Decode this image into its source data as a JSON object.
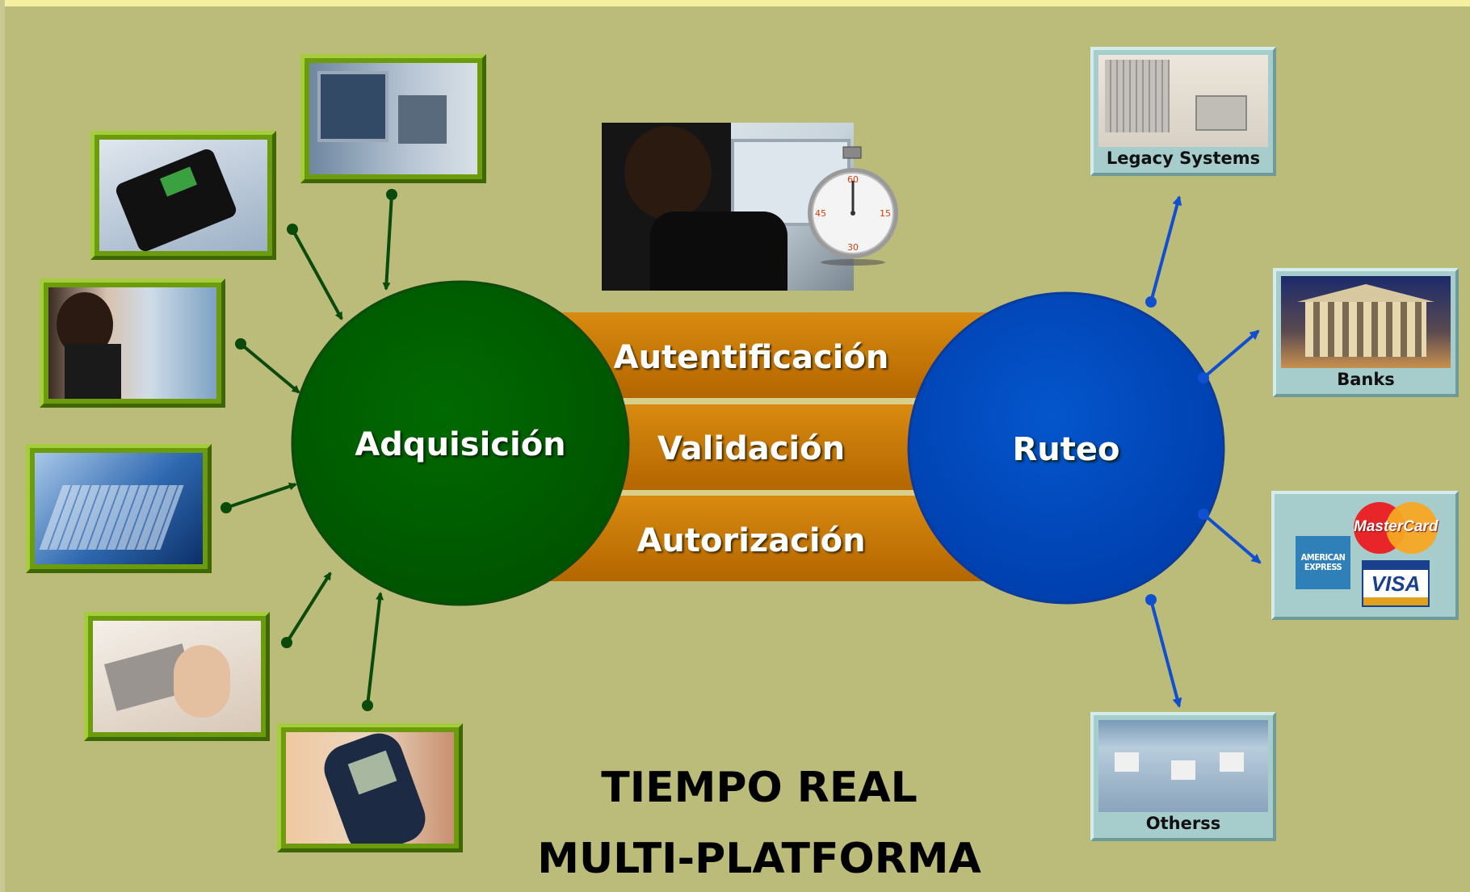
{
  "center": {
    "left_circle_label": "Adquisición",
    "right_circle_label": "Ruteo",
    "bands": [
      "Autentificación",
      "Validación",
      "Autorización"
    ]
  },
  "destinations": {
    "legacy_label": "Legacy Systems",
    "banks_label": "Banks",
    "others_label": "Otherss",
    "cards": {
      "amex_text": "AMERICAN EXPRESS",
      "mastercard_text": "MasterCard",
      "visa_text": "VISA"
    }
  },
  "titles": {
    "line1": "TIEMPO REAL",
    "line2": "MULTI-PLATFORMA"
  },
  "colors": {
    "background": "#bbbb7a",
    "acquisition_green": "#006000",
    "routing_blue": "#0048c0",
    "band_orange": "#c47400"
  }
}
